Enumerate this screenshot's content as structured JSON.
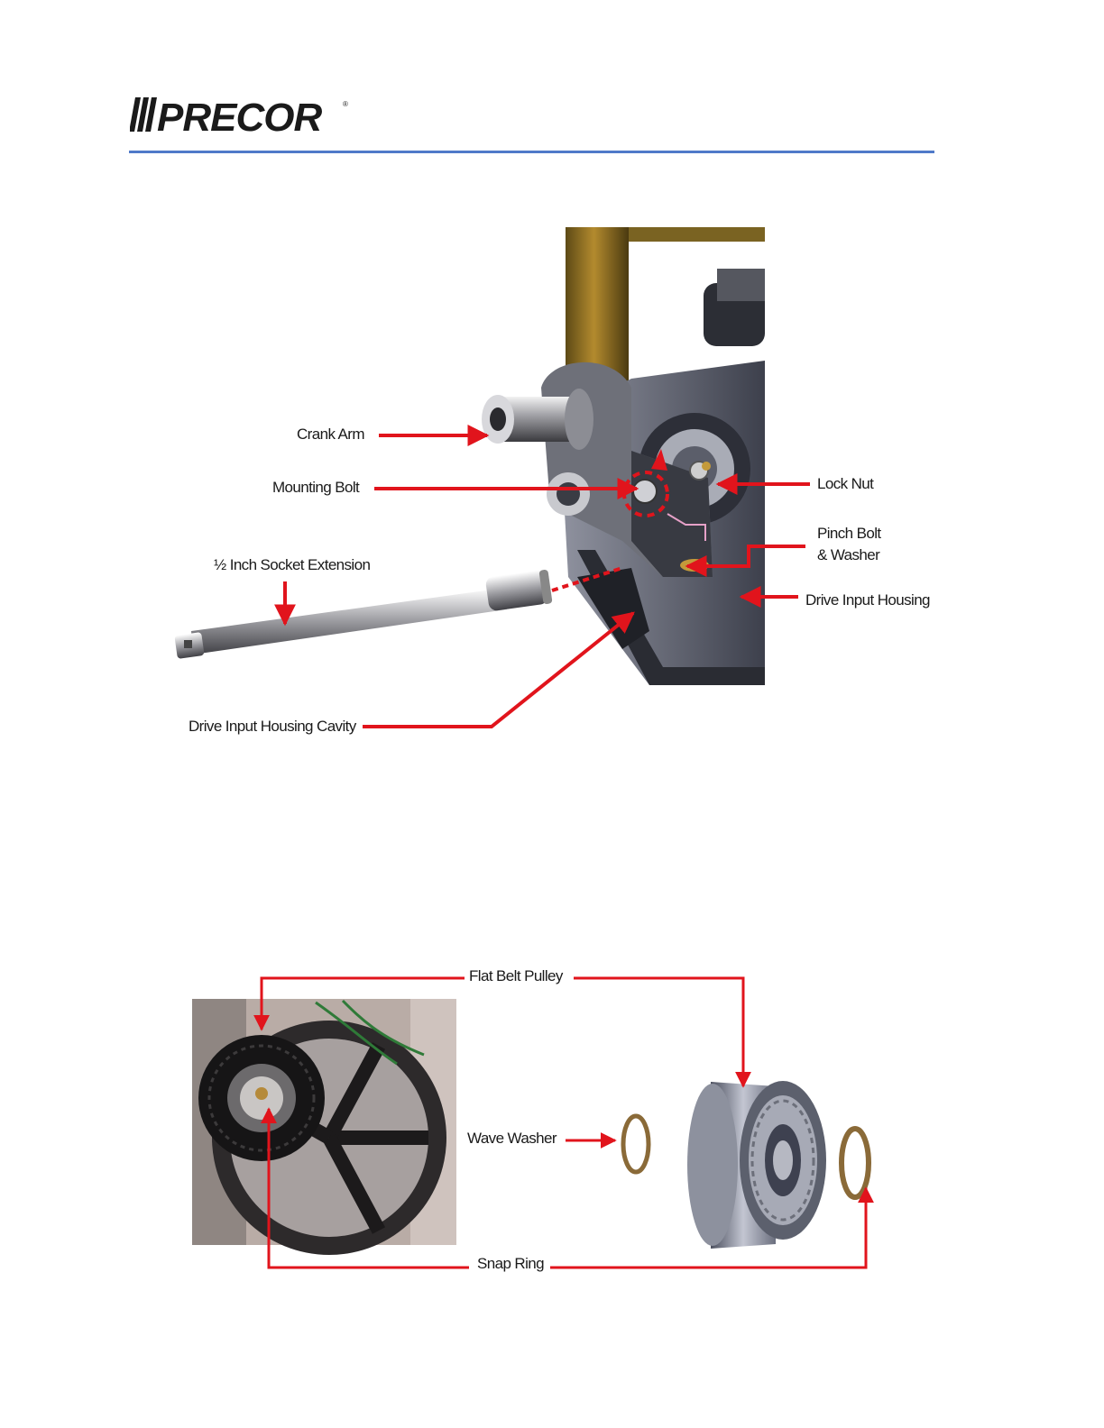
{
  "header": {
    "logo_text": "PRECOR",
    "brand_color": "#1a1a1a",
    "rule_color": "#4f7ac9"
  },
  "figure1": {
    "labels": {
      "crank_arm": "Crank Arm",
      "mounting_bolt": "Mounting Bolt",
      "lock_nut": "Lock Nut",
      "pinch_bolt_line1": "Pinch Bolt",
      "pinch_bolt_line2": "& Washer",
      "socket_extension": "½ Inch Socket Extension",
      "drive_input_housing": "Drive Input Housing",
      "drive_input_housing_cavity": "Drive Input Housing Cavity"
    }
  },
  "figure2": {
    "labels": {
      "flat_belt_pulley": "Flat Belt Pulley",
      "wave_washer": "Wave Washer",
      "snap_ring": "Snap Ring"
    }
  },
  "colors": {
    "callout_red": "#e1141c"
  }
}
